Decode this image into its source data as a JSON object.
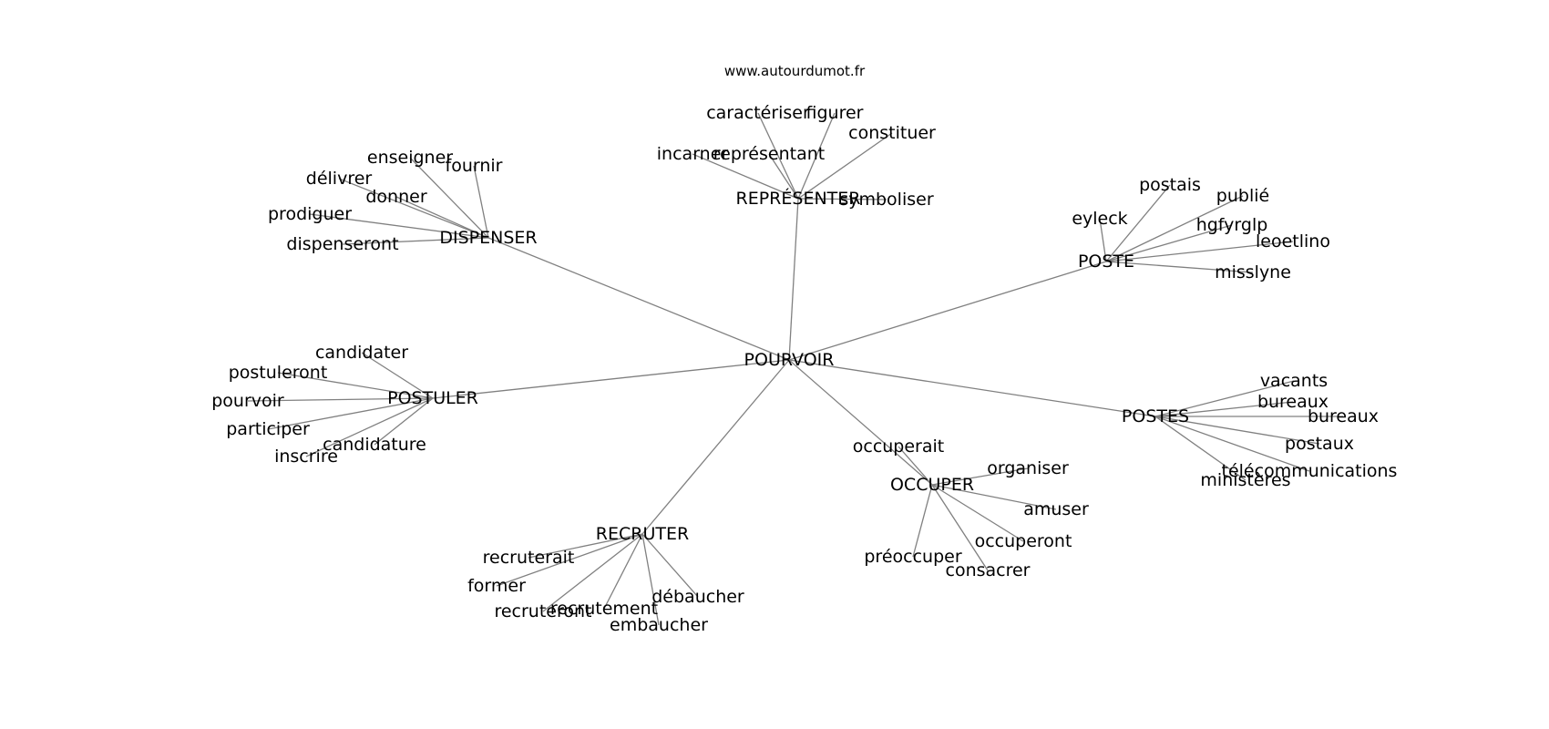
{
  "site": "www.autourdumot.fr",
  "root": "POURVOIR",
  "groups": [
    {
      "hub": "DISPENSER",
      "words": [
        "enseigner",
        "fournir",
        "délivrer",
        "donner",
        "prodiguer",
        "dispenseront"
      ]
    },
    {
      "hub": "REPRÉSENTER",
      "words": [
        "caractériser",
        "figurer",
        "constituer",
        "incarner",
        "représentant",
        "symboliser"
      ]
    },
    {
      "hub": "POSTE",
      "words": [
        "postais",
        "publié",
        "eyleck",
        "hgfyrglp",
        "leoetlino",
        "misslyne"
      ]
    },
    {
      "hub": "POSTULER",
      "words": [
        "candidater",
        "postuleront",
        "pourvoir",
        "participer",
        "candidature",
        "inscrire"
      ]
    },
    {
      "hub": "POSTES",
      "words": [
        "vacants",
        "bureaux",
        "bureaux",
        "postaux",
        "télécommunications",
        "ministères"
      ]
    },
    {
      "hub": "OCCUPER",
      "words": [
        "occuperait",
        "organiser",
        "amuser",
        "occuperont",
        "préoccuper",
        "consacrer"
      ]
    },
    {
      "hub": "RECRUTER",
      "words": [
        "recruterait",
        "former",
        "recruteront",
        "recrutement",
        "débaucher",
        "embaucher"
      ]
    }
  ]
}
